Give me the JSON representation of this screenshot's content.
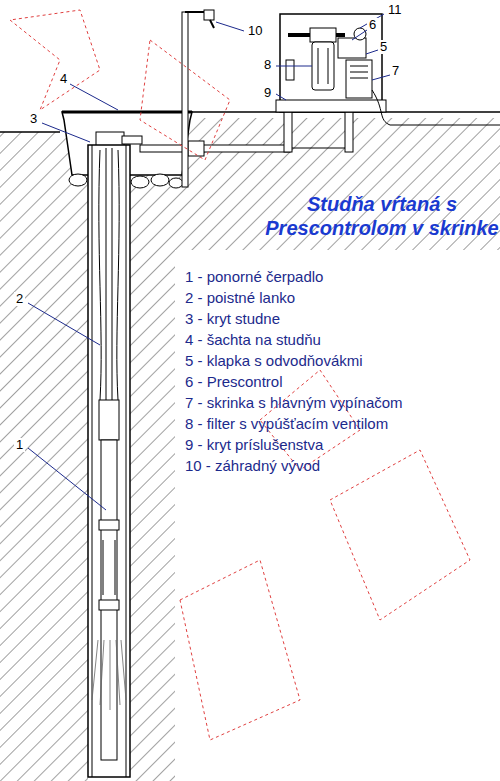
{
  "diagram": {
    "title": "Studňa vŕtaná s Prescontrolom v skrinke",
    "labels": [
      "10",
      "11",
      "6",
      "4",
      "5",
      "8",
      "7",
      "3",
      "9",
      "2",
      "1",
      "1 - ponorné čerpadlo",
      "2 - poistné lanko",
      "3 - kryt studne",
      "4 - šachta na studňu",
      "5 - klapka s odvodňovákmi",
      "6 - Prescontrol",
      "7 - skrinka s hlavným vypínačom",
      "8 - filter s vypúšťacím ventilom",
      "9 - kryt príslušenstva",
      "10 - záhradný vývod"
    ]
  }
}
